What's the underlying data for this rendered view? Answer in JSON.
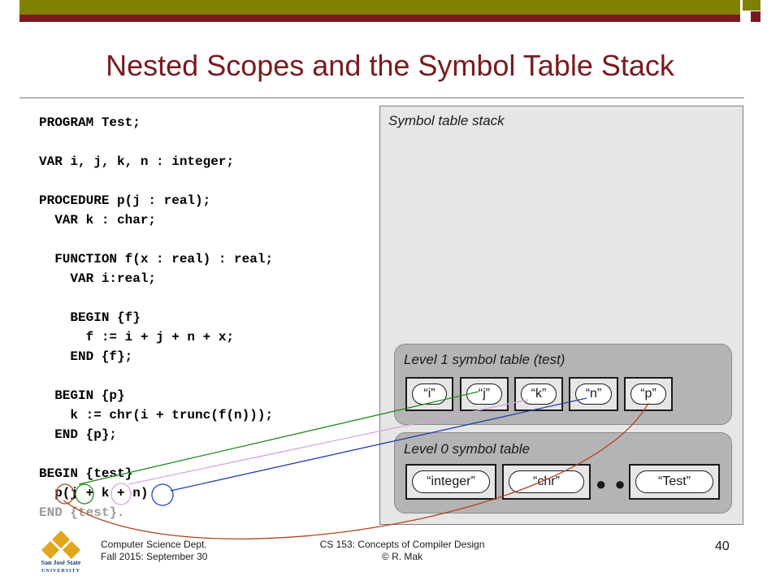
{
  "slide": {
    "title": "Nested Scopes and the Symbol Table Stack",
    "page_number": "40"
  },
  "code_lines": [
    "PROGRAM Test;",
    "",
    "VAR i, j, k, n : integer;",
    "",
    "PROCEDURE p(j : real);",
    "  VAR k : char;",
    "",
    "  FUNCTION f(x : real) : real;",
    "    VAR i:real;",
    "",
    "    BEGIN {f}",
    "      f := i + j + n + x;",
    "    END {f};",
    "",
    "  BEGIN {p}",
    "    k := chr(i + trunc(f(n)));",
    "  END {p};",
    "",
    "BEGIN {test}",
    "  p(j + k + n)",
    "END {test}."
  ],
  "diagram": {
    "stack_label": "Symbol table stack",
    "level1": {
      "title": "Level 1 symbol table (test)",
      "entries": [
        "“i”",
        "“j”",
        "“k”",
        "“n”",
        "“p”"
      ]
    },
    "level0": {
      "title": "Level 0 symbol table",
      "entries": [
        "“integer”",
        "“chr”",
        "“Test”"
      ],
      "ellipsis": "● ● ●"
    },
    "link_colors": {
      "p": "#b0441d",
      "j": "#1f8a1f",
      "k": "#d9a3e6",
      "n": "#2340b0"
    }
  },
  "footer": {
    "dept": "Computer Science Dept.",
    "term": "Fall 2015: September 30",
    "course": "CS 153: Concepts of Compiler Design",
    "author": "© R. Mak",
    "logo_line1": "San José State",
    "logo_line2": "UNIVERSITY"
  }
}
